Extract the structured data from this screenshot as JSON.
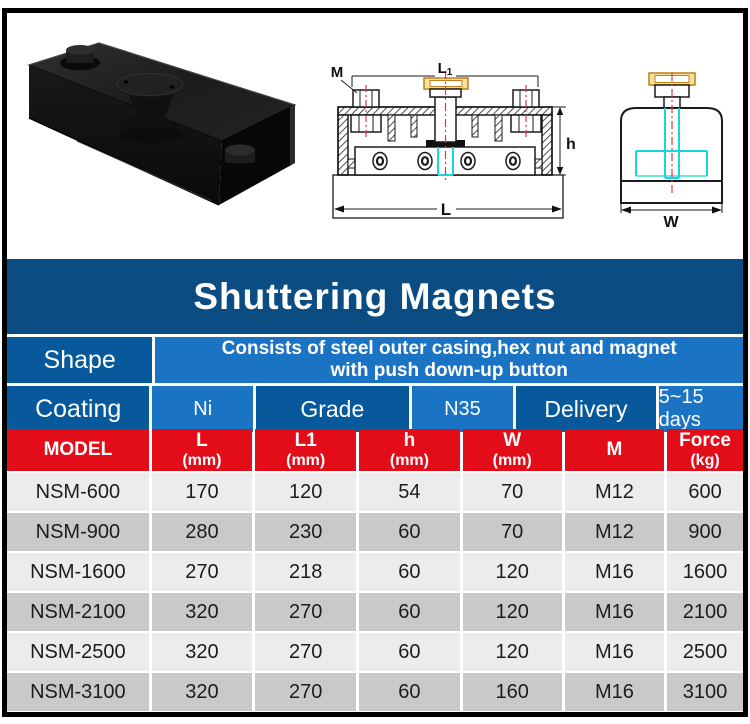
{
  "banner": {
    "title": "Shuttering Magnets"
  },
  "drawings": {
    "front_view": {
      "dim_top_main": "L",
      "dim_top_sub": "1",
      "bolt_thread_label": "M",
      "dim_width_label": "L",
      "dim_height_label": "h"
    },
    "side_view": {
      "dim_width_label": "W"
    }
  },
  "shape_row": {
    "label": "Shape",
    "value_line1": "Consists of steel outer casing,hex nut and magnet",
    "value_line2": "with push down-up button"
  },
  "coating_row": {
    "label": "Coating",
    "cells": [
      "Ni",
      "Grade",
      "N35",
      "Delivery",
      "5~15 days"
    ]
  },
  "spec_table": {
    "headers": [
      {
        "top": "MODEL",
        "bottom": ""
      },
      {
        "top": "L",
        "bottom": "(mm)"
      },
      {
        "top": "L1",
        "bottom": "(mm)"
      },
      {
        "top": "h",
        "bottom": "(mm)"
      },
      {
        "top": "W",
        "bottom": "(mm)"
      },
      {
        "top": "M",
        "bottom": ""
      },
      {
        "top": "Force",
        "bottom": "(kg)"
      }
    ],
    "rows": [
      {
        "model": "NSM-600",
        "l": "170",
        "l1": "120",
        "h": "54",
        "w": "70",
        "m": "M12",
        "force": "600"
      },
      {
        "model": "NSM-900",
        "l": "280",
        "l1": "230",
        "h": "60",
        "w": "70",
        "m": "M12",
        "force": "900"
      },
      {
        "model": "NSM-1600",
        "l": "270",
        "l1": "218",
        "h": "60",
        "w": "120",
        "m": "M16",
        "force": "1600"
      },
      {
        "model": "NSM-2100",
        "l": "320",
        "l1": "270",
        "h": "60",
        "w": "120",
        "m": "M16",
        "force": "2100"
      },
      {
        "model": "NSM-2500",
        "l": "320",
        "l1": "270",
        "h": "60",
        "w": "120",
        "m": "M16",
        "force": "2500"
      },
      {
        "model": "NSM-3100",
        "l": "320",
        "l1": "270",
        "h": "60",
        "w": "160",
        "m": "M16",
        "force": "3100"
      }
    ]
  },
  "colors": {
    "banner_blue": "#0b4d82",
    "label_blue": "#07599c",
    "value_blue": "#1b73c4",
    "header_red": "#e30d19",
    "row_light": "#ececec",
    "row_dark": "#c9c9c9",
    "highlight_cyan": "#17d8d8",
    "highlight_red_centerline": "#e8333c",
    "button_cap_yellow": "#f3e3a0"
  }
}
